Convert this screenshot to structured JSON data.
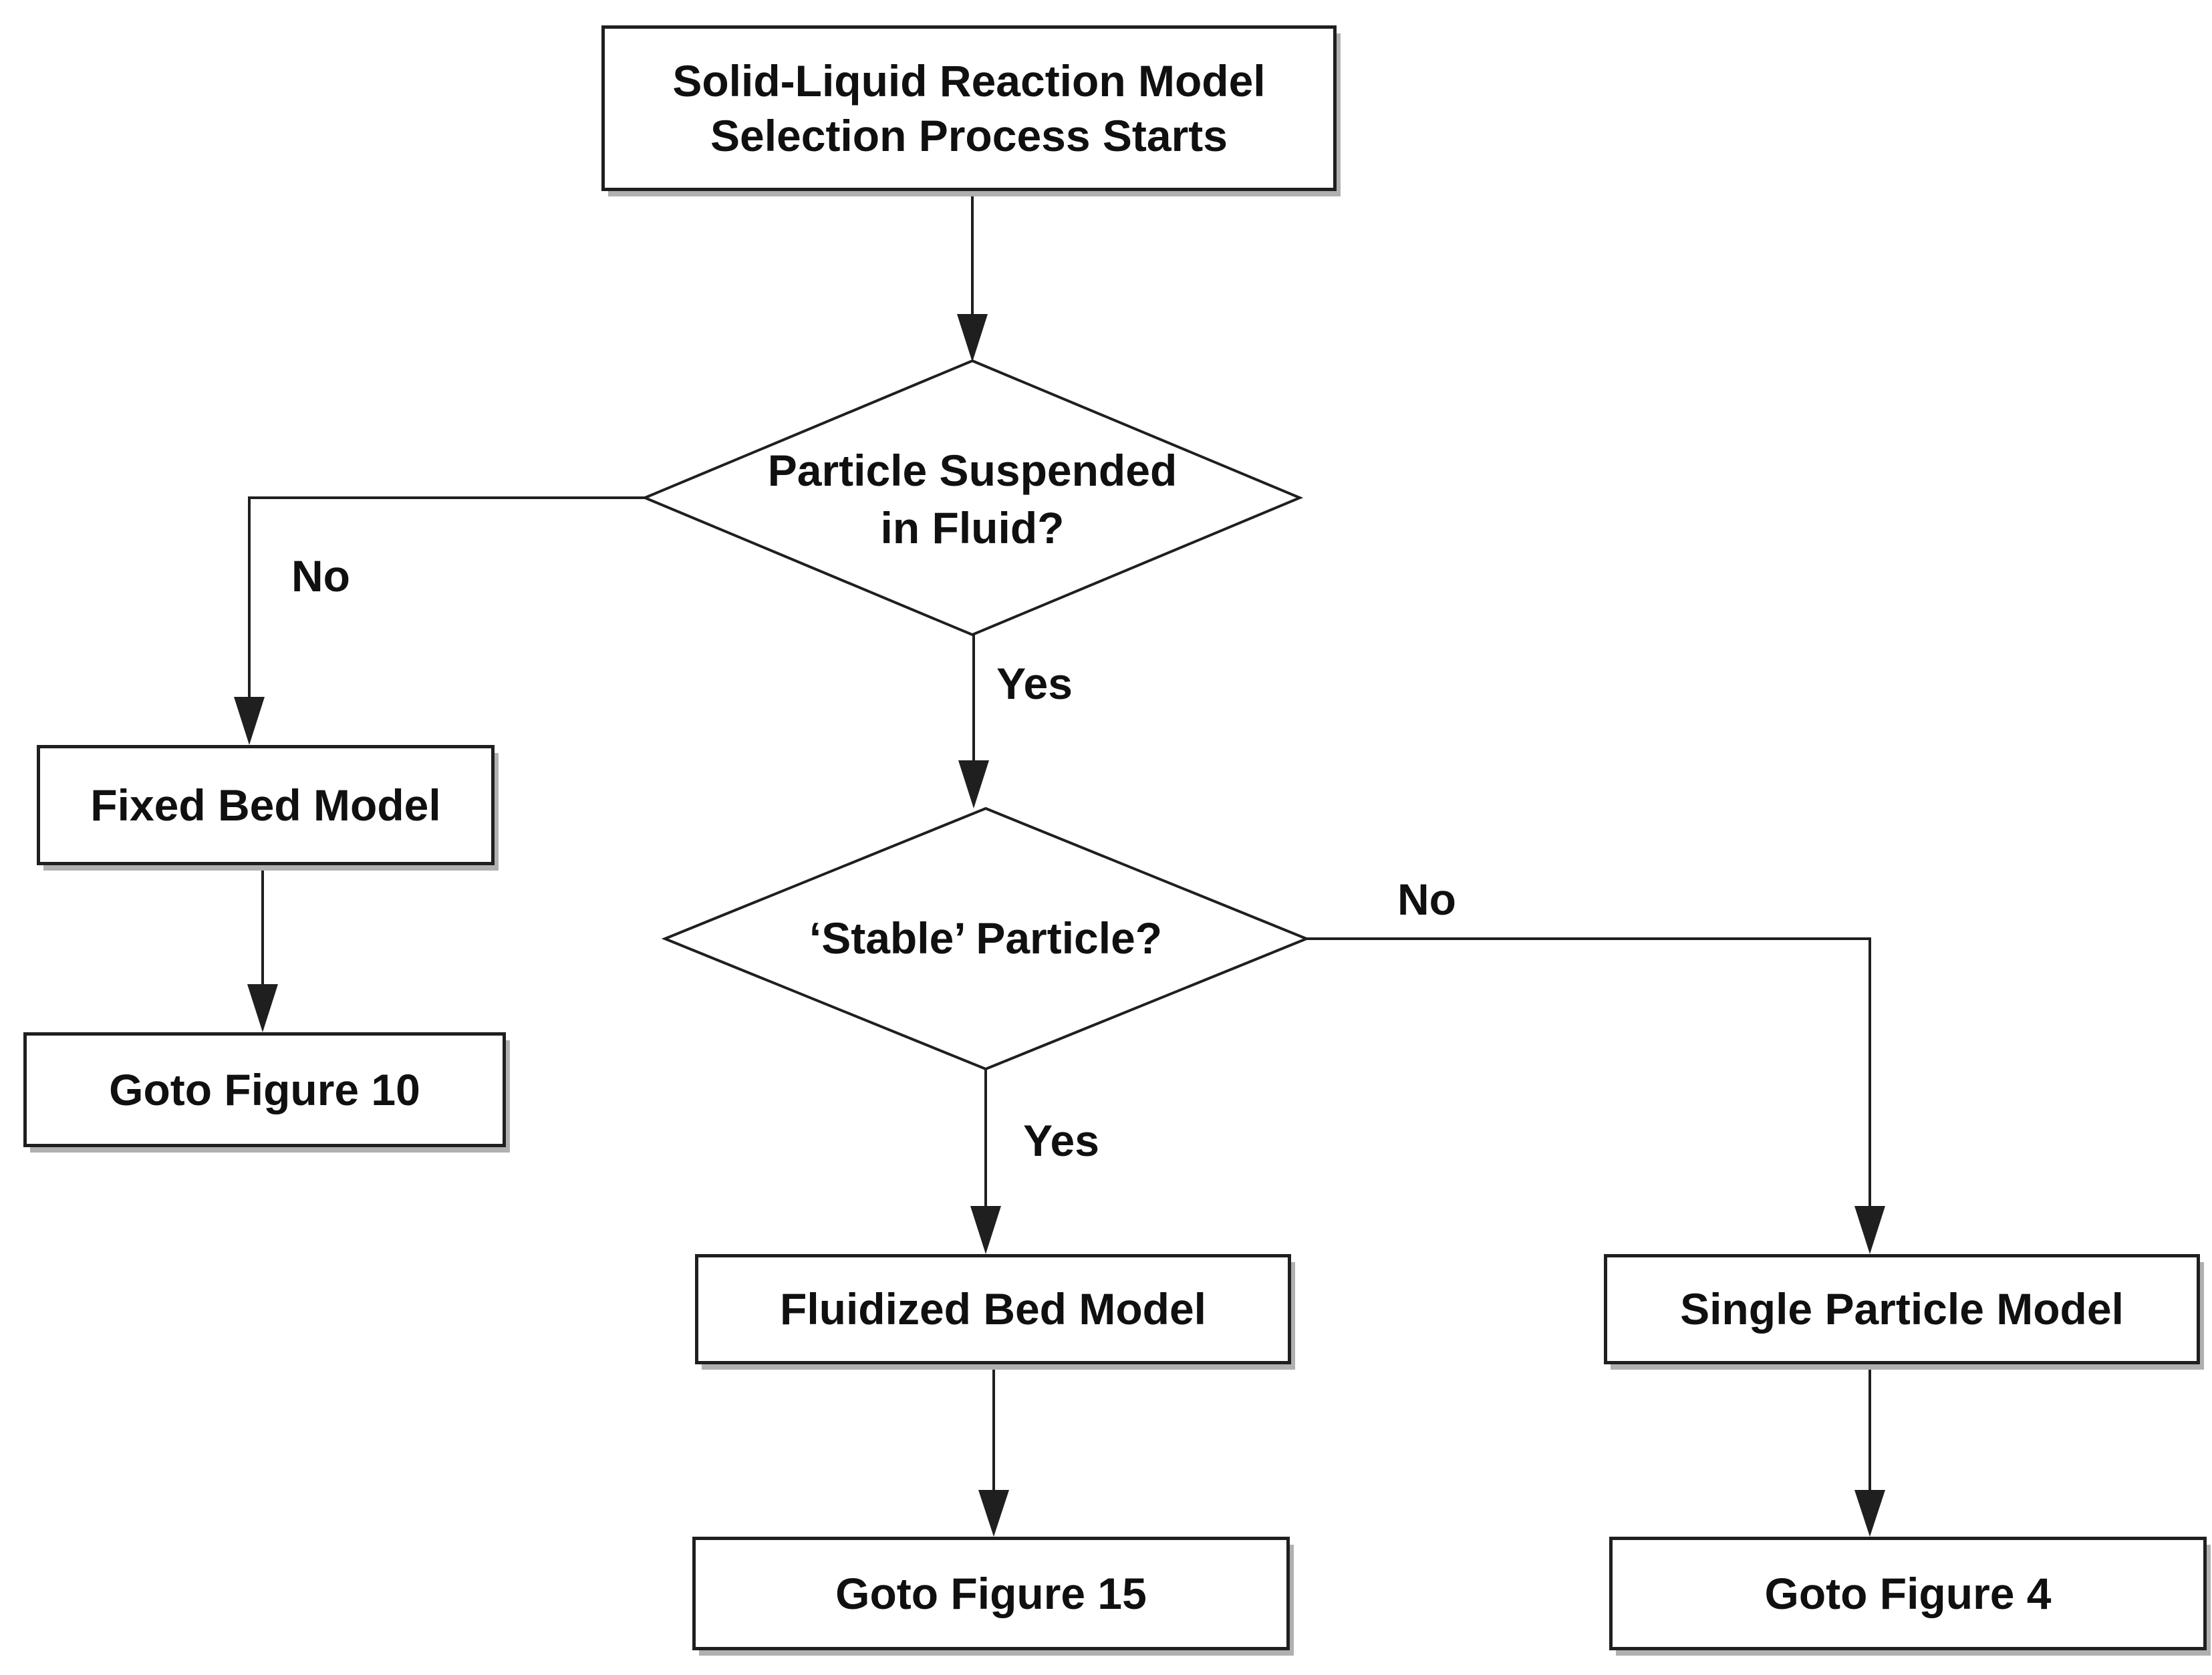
{
  "figure": {
    "background": "#ffffff",
    "ink": "#1f1f1f",
    "shadow": "#b0b0b0"
  },
  "nodes": {
    "start": {
      "label": "Solid-Liquid Reaction Model\nSelection Process Starts"
    },
    "decision_particle_suspended": {
      "label": "Particle Suspended\nin Fluid?"
    },
    "fixed_bed": {
      "label": "Fixed Bed Model"
    },
    "goto_figure_10": {
      "label": "Goto Figure 10"
    },
    "decision_stable_particle": {
      "label": "‘Stable’ Particle?"
    },
    "fluidized_bed": {
      "label": "Fluidized Bed Model"
    },
    "goto_figure_15": {
      "label": "Goto Figure 15"
    },
    "single_particle": {
      "label": "Single Particle Model"
    },
    "goto_figure_4": {
      "label": "Goto Figure 4"
    }
  },
  "edges": {
    "no_left": "No",
    "yes_first": "Yes",
    "no_right": "No",
    "yes_second": "Yes"
  }
}
